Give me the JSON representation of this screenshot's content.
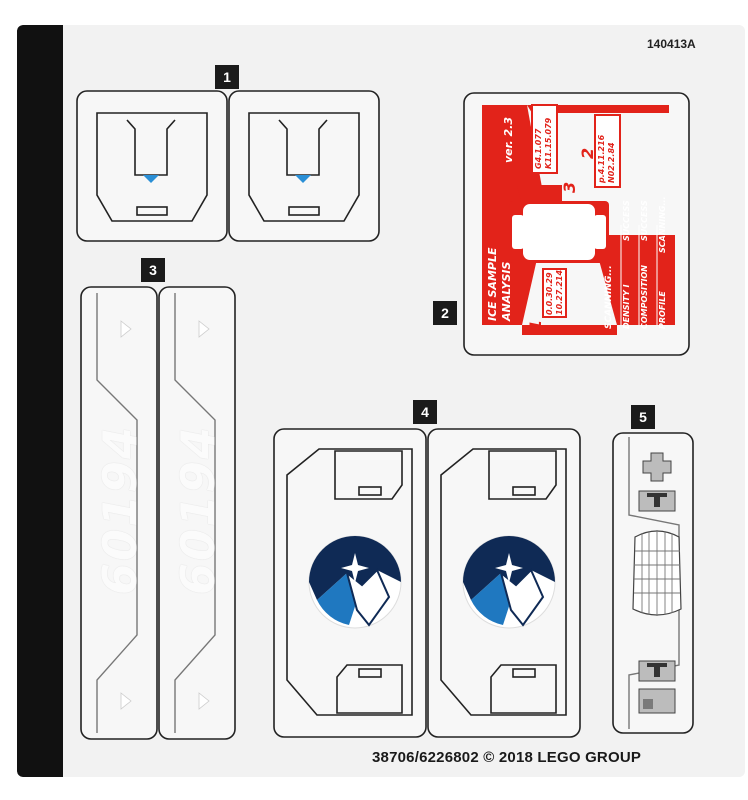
{
  "sheet": {
    "code": "140413A",
    "footer": "38706/6226802 © 2018 LEGO GROUP"
  },
  "stickers": [
    {
      "number": "1"
    },
    {
      "number": "2"
    },
    {
      "number": "3",
      "text": "60194"
    },
    {
      "number": "4"
    },
    {
      "number": "5"
    }
  ],
  "analysis_panel": {
    "version": "ver. 2.3",
    "title_line1": "ICE SAMPLE",
    "title_line2": "ANALYSIS",
    "box1_line1": "0.0.30.29",
    "box1_line2": "10.27.214",
    "label1": "1",
    "box2_line1": "G4.1.077",
    "box2_line2": "K11.15.079",
    "label2": "2",
    "box3_line1": "p.4.11.216",
    "box3_line2": "N02.2.84",
    "label3": "3",
    "status_header": "SCANNING...",
    "rows": [
      {
        "key": "DENSITY I",
        "value": "SUCCESS"
      },
      {
        "key": "COMPOSITION",
        "value": "SUCCESS"
      },
      {
        "key": "PROFILE",
        "value": "SCANNING..."
      }
    ]
  },
  "colors": {
    "red": "#e2231a",
    "navy": "#0f2a55",
    "blue": "#1f78c0",
    "light_blue": "#3aa0e6"
  }
}
